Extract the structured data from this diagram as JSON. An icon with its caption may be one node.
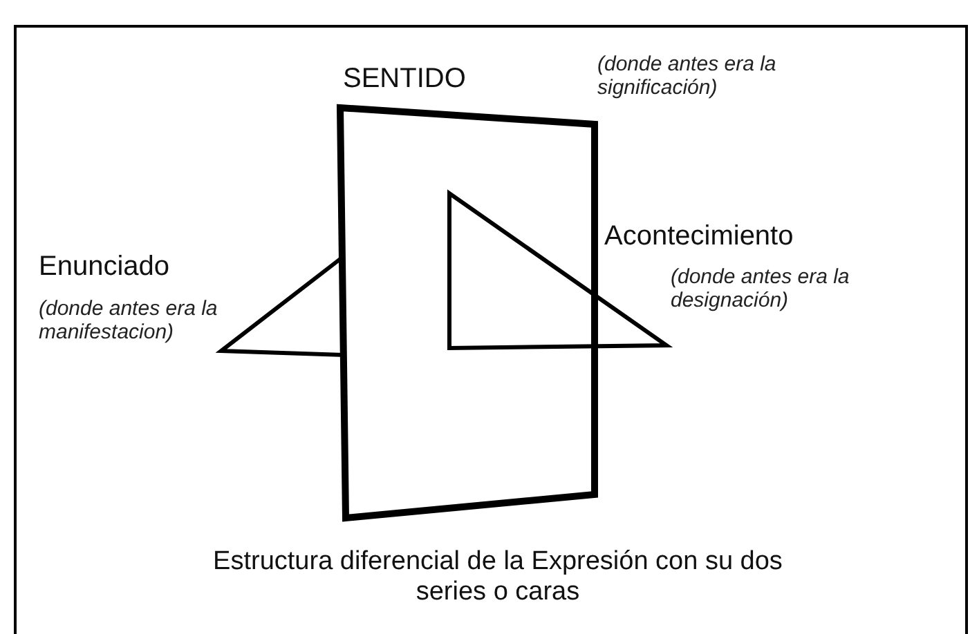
{
  "diagram": {
    "caption": "Estructura diferencial de la Expresión con su dos series o caras",
    "nodes": [
      {
        "text": [
          "SENTIDO"
        ],
        "beside": [
          "(donde antes era la significación)"
        ]
      },
      {
        "text": [
          "Enunciado"
        ],
        "beside": [
          "(donde antes era la manifestacion)"
        ]
      },
      {
        "text": [
          "Acontecimiento"
        ],
        "beside": [
          "(donde antes era la designación)"
        ]
      }
    ],
    "edges": []
  }
}
